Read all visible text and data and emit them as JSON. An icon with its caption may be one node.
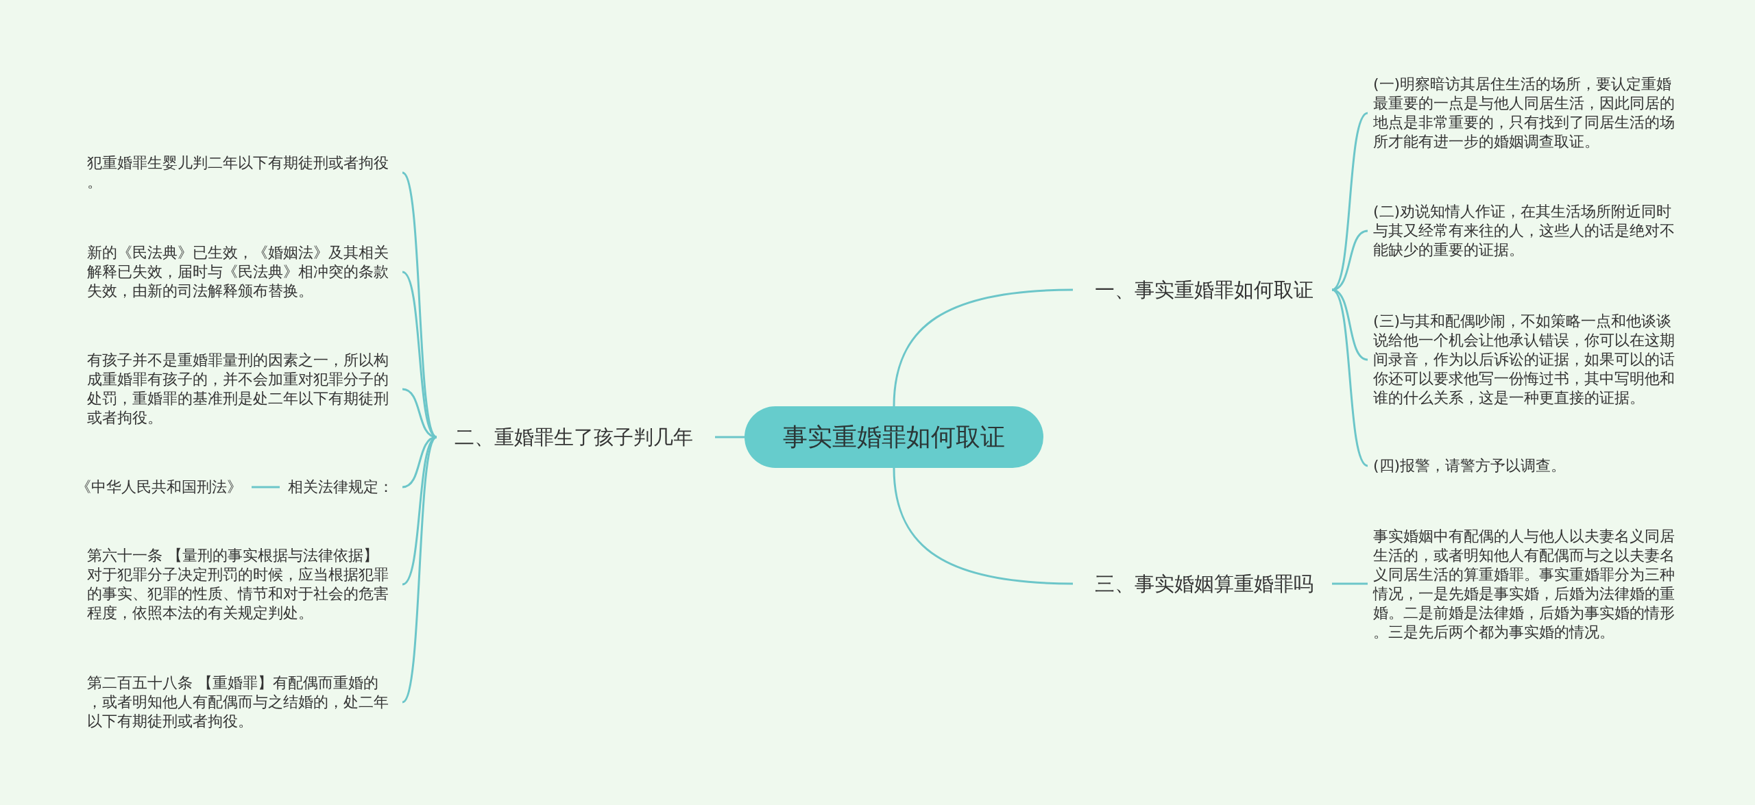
{
  "diagram": {
    "nodes": [
      {
        "text": [
          "事实重婚罪如何取证"
        ]
      },
      {
        "text": [
          "一、事实重婚罪如何取证"
        ]
      },
      {
        "text": [
          "(一)明察暗访其居住生活的场所，要认定重婚最重要的一点是与他人同居生活，因此同居的地点是非常重要的，只有找到了同居生活的场所才能有进一步的婚姻调查取证。"
        ]
      },
      {
        "text": [
          "(二)劝说知情人作证，在其生活场所附近同时与其又经常有来往的人，这些人的话是绝对不能缺少的重要的证据。"
        ]
      },
      {
        "text": [
          "(三)与其和配偶吵闹，不如策略一点和他谈谈说给他一个机会让他承认错误，你可以在这期间录音，作为以后诉讼的证据，如果可以的话你还可以要求他写一份悔过书，其中写明他和谁的什么关系，这是一种更直接的证据。"
        ]
      },
      {
        "text": [
          "(四)报警，请警方予以调查。"
        ]
      },
      {
        "text": [
          "二、重婚罪生了孩子判几年"
        ]
      },
      {
        "text": [
          "犯重婚罪生婴儿判二年以下有期徒刑或者拘役。"
        ]
      },
      {
        "text": [
          "新的《民法典》已生效，《婚姻法》及其相关解释已失效，届时与《民法典》相冲突的条款失效，由新的司法解释颁布替换。"
        ]
      },
      {
        "text": [
          "有孩子并不是重婚罪量刑的因素之一，所以构成重婚罪有孩子的，并不会加重对犯罪分子的处罚，重婚罪的基准刑是处二年以下有期徒刑或者拘役。"
        ]
      },
      {
        "text": [
          "相关法律规定："
        ]
      },
      {
        "text": [
          "《中华人民共和国刑法》"
        ]
      },
      {
        "text": [
          "第六十一条 【量刑的事实根据与法律依据】对于犯罪分子决定刑罚的时候，应当根据犯罪的事实、犯罪的性质、情节和对于社会的危害程度，依照本法的有关规定判处。"
        ]
      },
      {
        "text": [
          "第二百五十八条 【重婚罪】有配偶而重婚的，或者明知他人有配偶而与之结婚的，处二年以下有期徒刑或者拘役。"
        ]
      },
      {
        "text": [
          "三、事实婚姻算重婚罪吗"
        ]
      },
      {
        "text": [
          "事实婚姻中有配偶的人与他人以夫妻名义同居生活的，或者明知他人有配偶而与之以夫妻名义同居生活的算重婚罪。事实重婚罪分为三种情况，一是先婚是事实婚，后婚为法律婚的重婚。二是前婚是法律婚，后婚为事实婚的情形。三是先后两个都为事实婚的情况。"
        ]
      }
    ],
    "edges": [
      {
        "from": 0,
        "to": 1,
        "arrow": "none"
      },
      {
        "from": 1,
        "to": 2,
        "arrow": "none"
      },
      {
        "from": 1,
        "to": 3,
        "arrow": "none"
      },
      {
        "from": 1,
        "to": 4,
        "arrow": "none"
      },
      {
        "from": 1,
        "to": 5,
        "arrow": "none"
      },
      {
        "from": 0,
        "to": 6,
        "arrow": "none"
      },
      {
        "from": 6,
        "to": 7,
        "arrow": "none"
      },
      {
        "from": 6,
        "to": 8,
        "arrow": "none"
      },
      {
        "from": 6,
        "to": 9,
        "arrow": "none"
      },
      {
        "from": 6,
        "to": 10,
        "arrow": "none"
      },
      {
        "from": 10,
        "to": 11,
        "arrow": "none"
      },
      {
        "from": 6,
        "to": 12,
        "arrow": "none"
      },
      {
        "from": 6,
        "to": 13,
        "arrow": "none"
      },
      {
        "from": 0,
        "to": 14,
        "arrow": "none"
      },
      {
        "from": 14,
        "to": 15,
        "arrow": "none"
      }
    ]
  }
}
